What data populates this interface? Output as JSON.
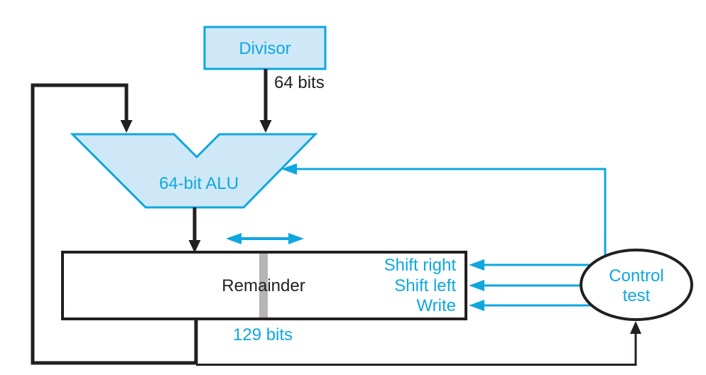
{
  "diagram": {
    "divisor_box": {
      "label": "Divisor"
    },
    "divisor_bus": {
      "width_label": "64 bits"
    },
    "alu": {
      "label": "64-bit ALU"
    },
    "remainder_register": {
      "label": "Remainder",
      "width_label": "129 bits"
    },
    "control_signals": [
      "Shift right",
      "Shift left",
      "Write"
    ],
    "control_unit": {
      "label_line1": "Control",
      "label_line2": "test"
    }
  },
  "colors": {
    "accent_cyan": "#0ea7e0",
    "light_blue_fill": "#cfe8f7",
    "line_black": "#231f20",
    "stripe_gray": "#b5b5b5",
    "background": "#ffffff"
  }
}
